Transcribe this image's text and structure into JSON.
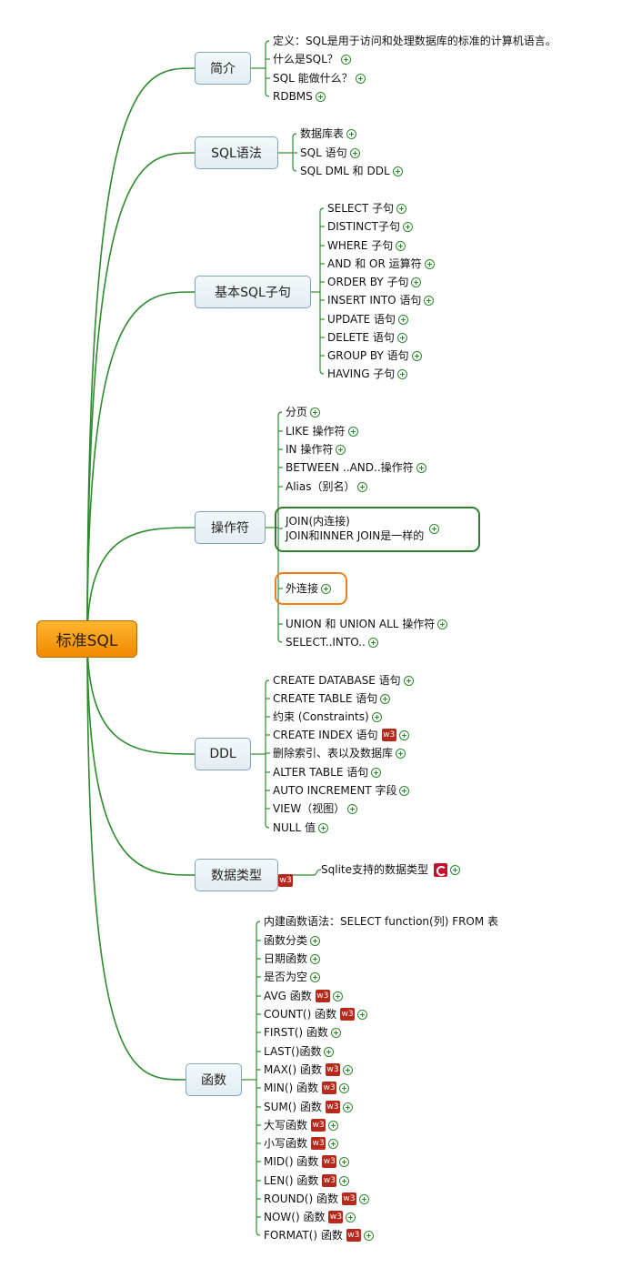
{
  "root": "标准SQL",
  "icons": {
    "plus": "expand-plus-icon",
    "w3": "w3schools-icon",
    "sqlite": "sqlite-logo-icon"
  },
  "colors": {
    "branch": "#2e8b2e",
    "root": "#f39c12",
    "highlight_green": "#2f7d2f",
    "highlight_orange": "#f07d1a"
  },
  "branches": [
    {
      "label": "简介",
      "items": [
        {
          "text": "定义：SQL是用于访问和处理数据库的标准的计算机语言。",
          "plus": false
        },
        {
          "text": "什么是SQL？",
          "plus": true
        },
        {
          "text": "SQL 能做什么？",
          "plus": true
        },
        {
          "text": "RDBMS",
          "plus": true
        }
      ]
    },
    {
      "label": "SQL语法",
      "items": [
        {
          "text": "数据库表",
          "plus": true
        },
        {
          "text": "SQL 语句",
          "plus": true
        },
        {
          "text": "SQL DML 和 DDL",
          "plus": true
        }
      ]
    },
    {
      "label": "基本SQL子句",
      "items": [
        {
          "text": "SELECT 子句",
          "plus": true
        },
        {
          "text": "DISTINCT子句",
          "plus": true
        },
        {
          "text": "WHERE 子句",
          "plus": true
        },
        {
          "text": "AND 和 OR 运算符",
          "plus": true
        },
        {
          "text": "ORDER BY 子句",
          "plus": true
        },
        {
          "text": "INSERT INTO 语句",
          "plus": true
        },
        {
          "text": "UPDATE 语句",
          "plus": true
        },
        {
          "text": "DELETE 语句",
          "plus": true
        },
        {
          "text": "GROUP BY 语句",
          "plus": true
        },
        {
          "text": "HAVING 子句",
          "plus": true
        }
      ]
    },
    {
      "label": "操作符",
      "items": [
        {
          "text": "分页",
          "plus": true
        },
        {
          "text": "LIKE 操作符",
          "plus": true
        },
        {
          "text": "IN 操作符",
          "plus": true
        },
        {
          "text": "BETWEEN ..AND..操作符",
          "plus": true
        },
        {
          "text": "Alias（别名）",
          "plus": true
        },
        {
          "text": "JOIN(内连接)",
          "text2": "JOIN和INNER JOIN是一样的",
          "plus": true
        },
        {
          "text": "外连接",
          "plus": true
        },
        {
          "text": "UNION 和 UNION ALL 操作符",
          "plus": true
        },
        {
          "text": "SELECT..INTO..",
          "plus": true
        }
      ]
    },
    {
      "label": "DDL",
      "items": [
        {
          "text": "CREATE DATABASE 语句",
          "plus": true
        },
        {
          "text": "CREATE TABLE 语句",
          "plus": true
        },
        {
          "text": "约束 (Constraints)",
          "plus": true
        },
        {
          "text": "CREATE INDEX 语句",
          "w3": true,
          "plus": true
        },
        {
          "text": "删除索引、表以及数据库",
          "plus": true
        },
        {
          "text": "ALTER TABLE 语句",
          "plus": true
        },
        {
          "text": "AUTO INCREMENT 字段",
          "plus": true
        },
        {
          "text": "VIEW（视图）",
          "plus": true
        },
        {
          "text": "NULL 值",
          "plus": true
        }
      ]
    },
    {
      "label": "数据类型",
      "items": [
        {
          "text": "Sqlite支持的数据类型",
          "sqlite": true,
          "plus": true
        }
      ]
    },
    {
      "label": "函数",
      "items": [
        {
          "text": "内建函数语法：SELECT function(列) FROM 表",
          "plus": false
        },
        {
          "text": "函数分类",
          "plus": true
        },
        {
          "text": "日期函数",
          "plus": true
        },
        {
          "text": "是否为空",
          "plus": true
        },
        {
          "text": "AVG 函数",
          "w3": true,
          "plus": true
        },
        {
          "text": "COUNT() 函数",
          "w3": true,
          "plus": true
        },
        {
          "text": "FIRST() 函数",
          "plus": true
        },
        {
          "text": "LAST()函数",
          "plus": true
        },
        {
          "text": "MAX() 函数",
          "w3": true,
          "plus": true
        },
        {
          "text": "MIN() 函数",
          "w3": true,
          "plus": true
        },
        {
          "text": "SUM() 函数",
          "w3": true,
          "plus": true
        },
        {
          "text": "大写函数",
          "w3": true,
          "plus": true
        },
        {
          "text": "小写函数",
          "w3": true,
          "plus": true
        },
        {
          "text": "MID() 函数",
          "w3": true,
          "plus": true
        },
        {
          "text": "LEN() 函数",
          "w3": true,
          "plus": true
        },
        {
          "text": "ROUND() 函数",
          "w3": true,
          "plus": true
        },
        {
          "text": "NOW() 函数",
          "w3": true,
          "plus": true
        },
        {
          "text": "FORMAT() 函数",
          "w3": true,
          "plus": true
        }
      ]
    }
  ],
  "type_badge": "w3"
}
